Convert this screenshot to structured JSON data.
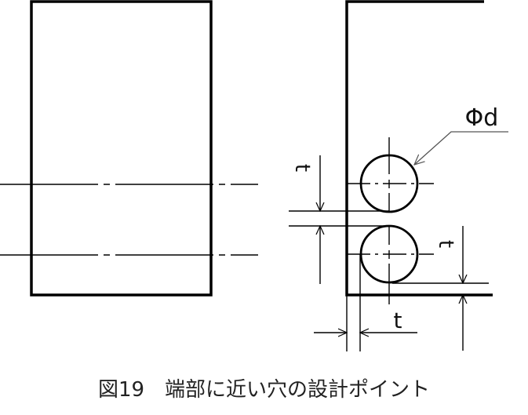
{
  "figure": {
    "caption": "図19　端部に近い穴の設計ポイント",
    "labels": {
      "hole_diameter": "Φd",
      "edge_gap_vertical_left": "t",
      "edge_gap_right": "t",
      "edge_gap_bottom": "t"
    },
    "views": [
      {
        "name": "side-view",
        "description": "rectangular part with two hole centerlines"
      },
      {
        "name": "front-view",
        "description": "part corner with two holes near edge"
      }
    ],
    "hole_count": 2
  }
}
